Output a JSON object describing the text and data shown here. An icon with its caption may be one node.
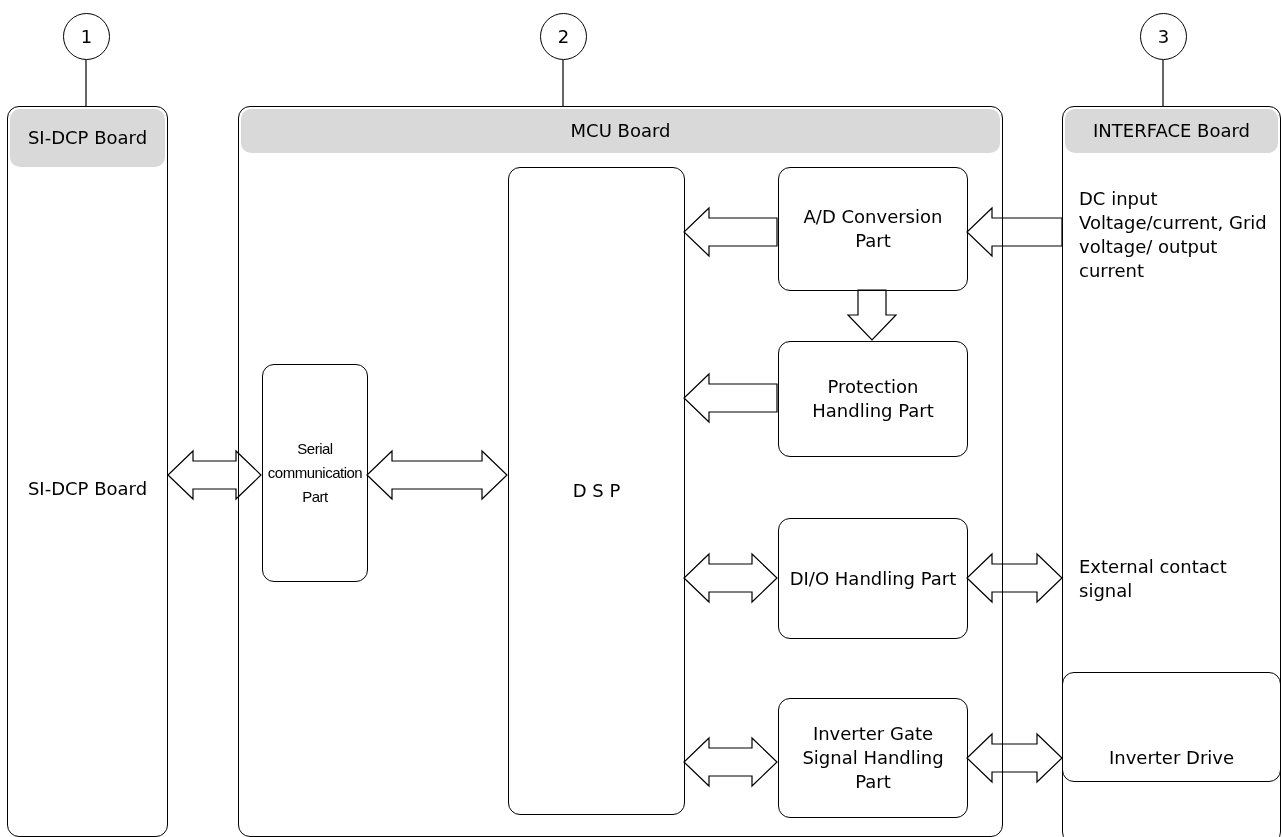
{
  "diagram": {
    "nodes": [
      {
        "text": [
          "1"
        ]
      },
      {
        "text": [
          "2"
        ]
      },
      {
        "text": [
          "3"
        ]
      },
      {
        "text": [
          "SI-DCP Board",
          "SI-DCP Board"
        ]
      },
      {
        "text": [
          "MCU Board"
        ]
      },
      {
        "text": [
          "Serial communication Part"
        ],
        "in": 4
      },
      {
        "text": [
          "D S P"
        ],
        "in": 4
      },
      {
        "text": [
          "A/D Conversion Part"
        ],
        "in": 4
      },
      {
        "text": [
          "Protection Handling Part"
        ],
        "in": 4
      },
      {
        "text": [
          "DI/O Handling Part"
        ],
        "in": 4
      },
      {
        "text": [
          "Inverter Gate Signal Handling Part"
        ],
        "in": 4
      },
      {
        "text": [
          "INTERFACE Board"
        ]
      },
      {
        "text": [
          "DC input Voltage/current, Grid voltage/ output current"
        ],
        "in": 11
      },
      {
        "text": [
          "External contact signal"
        ],
        "in": 11
      },
      {
        "text": [
          "Inverter Drive"
        ]
      }
    ],
    "edges": [
      {
        "from": 0,
        "to": 3,
        "arrow": "none"
      },
      {
        "from": 1,
        "to": 4,
        "arrow": "none"
      },
      {
        "from": 2,
        "to": 11,
        "arrow": "none"
      },
      {
        "from": 3,
        "to": 5,
        "arrow": "both"
      },
      {
        "from": 5,
        "to": 6,
        "arrow": "both"
      },
      {
        "from": 7,
        "to": 6,
        "arrow": "to"
      },
      {
        "from": 12,
        "to": 7,
        "arrow": "to"
      },
      {
        "from": 7,
        "to": 8,
        "arrow": "to"
      },
      {
        "from": 8,
        "to": 6,
        "arrow": "to"
      },
      {
        "from": 6,
        "to": 9,
        "arrow": "both"
      },
      {
        "from": 9,
        "to": 13,
        "arrow": "both"
      },
      {
        "from": 6,
        "to": 10,
        "arrow": "both"
      },
      {
        "from": 10,
        "to": 14,
        "arrow": "both"
      }
    ]
  }
}
